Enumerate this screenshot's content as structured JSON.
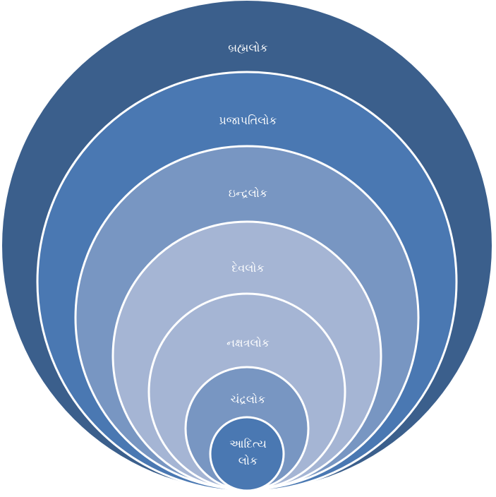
{
  "levels": [
    {
      "label": "બ્રહ્મલોક",
      "color": "#3b5f8c"
    },
    {
      "label": "પ્રજાપતિલોક",
      "color": "#4a78b2"
    },
    {
      "label": "ઇન્દ્રલોક",
      "color": "#7896c2"
    },
    {
      "label": "દેવલોક",
      "color": "#a5b5d4"
    },
    {
      "label": "નક્ષત્રલોક",
      "color": "#a5b5d4"
    },
    {
      "label": "ચંદ્રલોક",
      "color": "#7896c2"
    },
    {
      "label": "આદિત્ય\nલોક",
      "color": "#4a78b2"
    }
  ]
}
